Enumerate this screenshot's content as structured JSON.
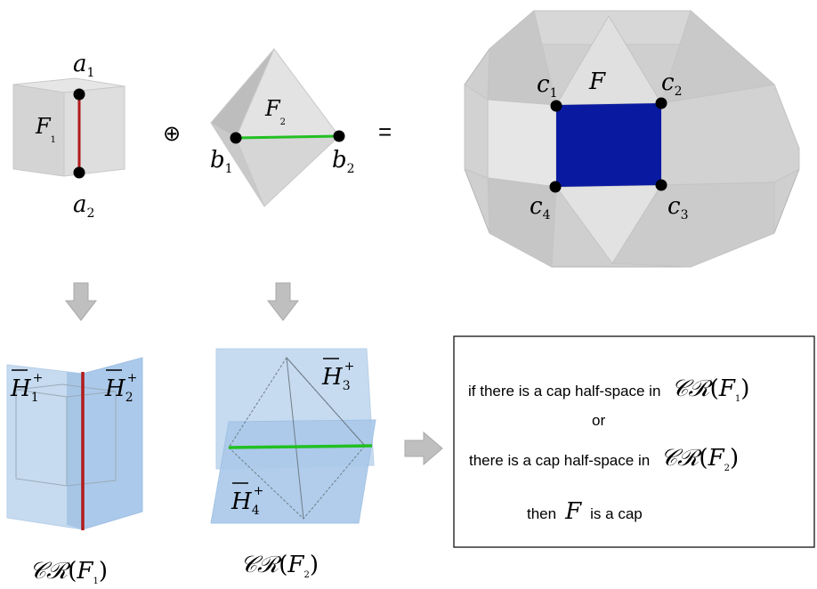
{
  "top_row": {
    "cube": {
      "face_label": "F",
      "face_sub": "1",
      "vertex_top": "a",
      "vertex_top_sub": "1",
      "vertex_bottom": "a",
      "vertex_bottom_sub": "2"
    },
    "octahedron": {
      "face_label": "F",
      "face_sub": "2",
      "vertex_left": "b",
      "vertex_left_sub": "1",
      "vertex_right": "b",
      "vertex_right_sub": "2"
    },
    "oplus_symbol": "⊕",
    "equals_symbol": "=",
    "polytope": {
      "face_label": "F",
      "c1": "c",
      "c1_sub": "1",
      "c2": "c",
      "c2_sub": "2",
      "c3": "c",
      "c3_sub": "3",
      "c4": "c",
      "c4_sub": "4"
    }
  },
  "bottom_row": {
    "left_panel": {
      "h1_label": "H",
      "h1_sub": "1",
      "h1_sup": "+",
      "h2_label": "H",
      "h2_sub": "2",
      "h2_sup": "+",
      "caption_cr": "𝒞ℛ",
      "caption_open": "(",
      "caption_f": "F",
      "caption_sub": "1",
      "caption_close": ")"
    },
    "middle_panel": {
      "h3_label": "H",
      "h3_sub": "3",
      "h3_sup": "+",
      "h4_label": "H",
      "h4_sub": "4",
      "h4_sup": "+",
      "caption_cr": "𝒞ℛ",
      "caption_open": "(",
      "caption_f": "F",
      "caption_sub": "2",
      "caption_close": ")"
    }
  },
  "result_box": {
    "line1_text": "if there is a cap half-space in",
    "line1_cr": "𝒞ℛ",
    "line1_f": "F",
    "line1_sub": "1",
    "line2_text": "or",
    "line3_text": "there is a cap half-space in",
    "line3_cr": "𝒞ℛ",
    "line3_f": "F",
    "line3_sub": "2",
    "line4_text_before": "then",
    "line4_f": "F",
    "line4_text_after": "is a cap"
  },
  "colors": {
    "face_gray": "#d9d9d9",
    "face_light": "#e6e6e6",
    "face_dark": "#bfbfbf",
    "edge_red": "#b21b1b",
    "edge_green": "#22c022",
    "face_blue": "#0a1aa0",
    "halfspace_blue": "#9ec3e6",
    "arrow_gray": "#bfbfbf"
  }
}
